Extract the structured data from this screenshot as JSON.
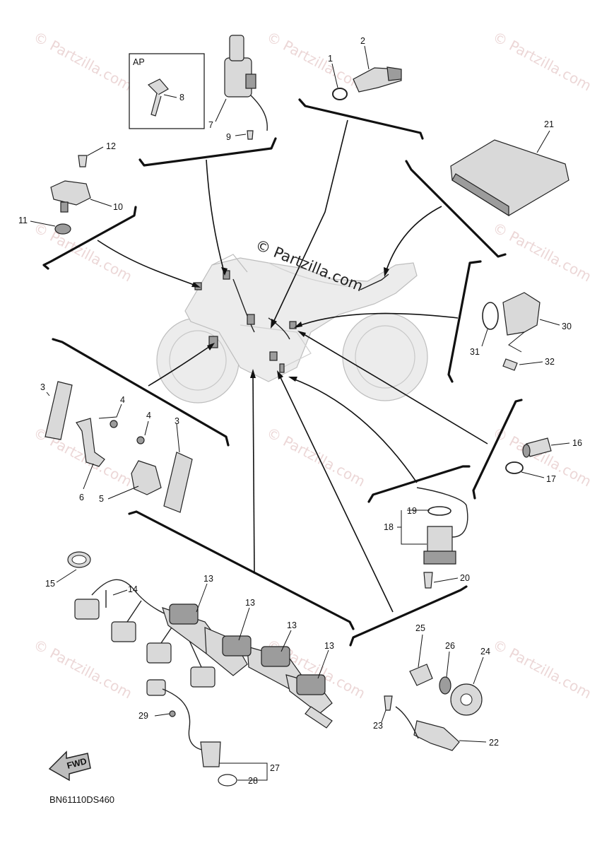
{
  "diagram": {
    "watermark": "© Partzilla.com",
    "center_watermark": "© Partzilla.com",
    "inset_label": "AP",
    "diagram_code": "BN61110DS460",
    "fwd_label": "FWD"
  },
  "callouts": {
    "c1": "1",
    "c2": "2",
    "c3a": "3",
    "c3b": "3",
    "c4a": "4",
    "c4b": "4",
    "c5": "5",
    "c6": "6",
    "c7": "7",
    "c8": "8",
    "c9": "9",
    "c10": "10",
    "c11": "11",
    "c12": "12",
    "c13a": "13",
    "c13b": "13",
    "c13c": "13",
    "c13d": "13",
    "c14": "14",
    "c15": "15",
    "c16": "16",
    "c17": "17",
    "c18": "18",
    "c19": "19",
    "c20": "20",
    "c21": "21",
    "c22": "22",
    "c23": "23",
    "c24": "24",
    "c25": "25",
    "c26": "26",
    "c27": "27",
    "c28": "28",
    "c29": "29",
    "c30": "30",
    "c31": "31",
    "c32": "32"
  },
  "colors": {
    "line": "#111111",
    "part_fill": "#d9d9d9",
    "ghost_fill": "#ececec",
    "watermark": "#c98e8e"
  }
}
